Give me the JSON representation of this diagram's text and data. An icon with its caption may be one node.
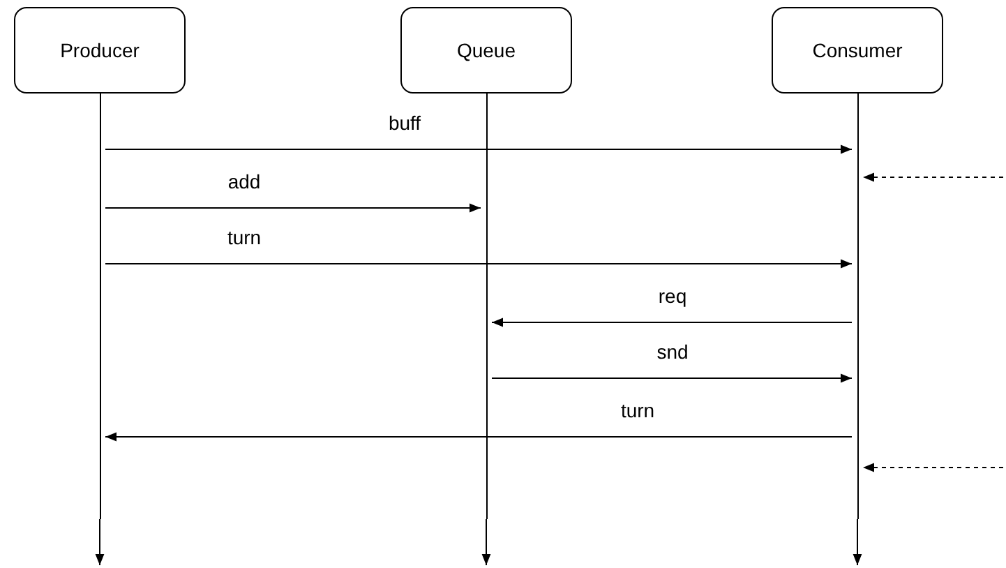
{
  "diagram": {
    "nodes": [
      {
        "text": [
          "Producer"
        ]
      },
      {
        "text": [
          "Queue"
        ]
      },
      {
        "text": [
          "Consumer"
        ]
      },
      {
        "text": [],
        "shape": "bar"
      },
      {
        "text": [],
        "shape": "bar"
      },
      {
        "text": [],
        "shape": "bar"
      }
    ],
    "edges": [
      {
        "from": 3,
        "to": null,
        "arrow": "to"
      },
      {
        "from": 4,
        "to": null,
        "arrow": "to"
      },
      {
        "from": 5,
        "to": null,
        "arrow": "to"
      },
      {
        "from": 3,
        "to": 5,
        "arrow": "to",
        "label": "buff"
      },
      {
        "from": null,
        "to": 5,
        "arrow": "to",
        "style": "dashed"
      },
      {
        "from": 3,
        "to": 4,
        "arrow": "to",
        "label": "add"
      },
      {
        "from": 3,
        "to": 5,
        "arrow": "to",
        "label": "turn"
      },
      {
        "from": 5,
        "to": 4,
        "arrow": "to",
        "label": "req"
      },
      {
        "from": 4,
        "to": 5,
        "arrow": "to",
        "label": "snd"
      },
      {
        "from": 5,
        "to": 3,
        "arrow": "to",
        "label": "turn"
      },
      {
        "from": null,
        "to": 5,
        "arrow": "to",
        "style": "dashed"
      }
    ]
  }
}
